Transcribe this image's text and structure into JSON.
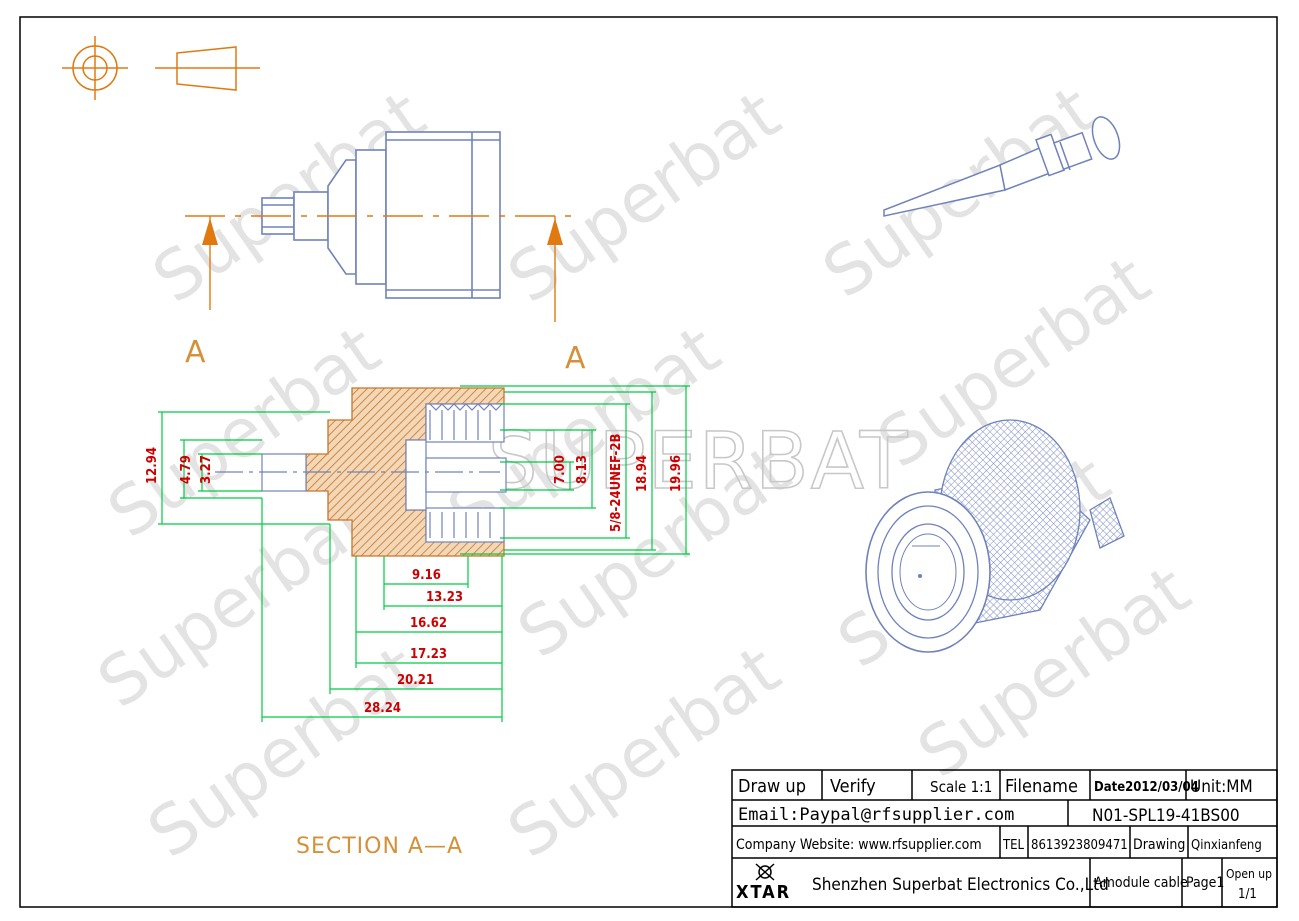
{
  "watermark": {
    "repeat_text": "Superbat",
    "center_text": "SUPERBAT"
  },
  "section": {
    "label_left": "A",
    "label_right": "A",
    "caption": "SECTION  A—A"
  },
  "dimensions": {
    "d_12_94": "12.94",
    "d_4_79": "4.79",
    "d_3_27": "3.27",
    "d_7_00": "7.00",
    "d_8_13": "8.13",
    "thread": "5/8-24UNEF-2B",
    "d_18_94": "18.94",
    "d_19_96": "19.96",
    "l_9_16": "9.16",
    "l_13_23": "13.23",
    "l_16_62": "16.62",
    "l_17_23": "17.23",
    "l_20_21": "20.21",
    "l_28_24": "28.24"
  },
  "title_block": {
    "draw_up": "Draw up",
    "verify": "Verify",
    "scale": "Scale 1:1",
    "filename": "Filename",
    "date": "Date2012/03/04",
    "unit": "Unit:MM",
    "email": "Email:Paypal@rfsupplier.com",
    "part_no": "N01-SPL19-41BS00",
    "website": "Company Website:  www.rfsupplier.com",
    "tel_label": "TEL",
    "tel": "8613923809471",
    "drawing": "Drawing",
    "drawer": "Qinxianfeng",
    "logo_text": "XTAR",
    "company": "Shenzhen Superbat Electronics Co.,Ltd",
    "product": "Amodule cable",
    "page": "Page1",
    "open_up": "Open up",
    "open_up_value": "1/1"
  },
  "colors": {
    "outline": "#6e7fb8",
    "dimension_line": "#00cc44",
    "dimension_text": "#cc0000",
    "hatch": "#d08a3a",
    "section_arrow": "#e07a10",
    "watermark": "#dcdcdc",
    "frame": "#000000"
  }
}
